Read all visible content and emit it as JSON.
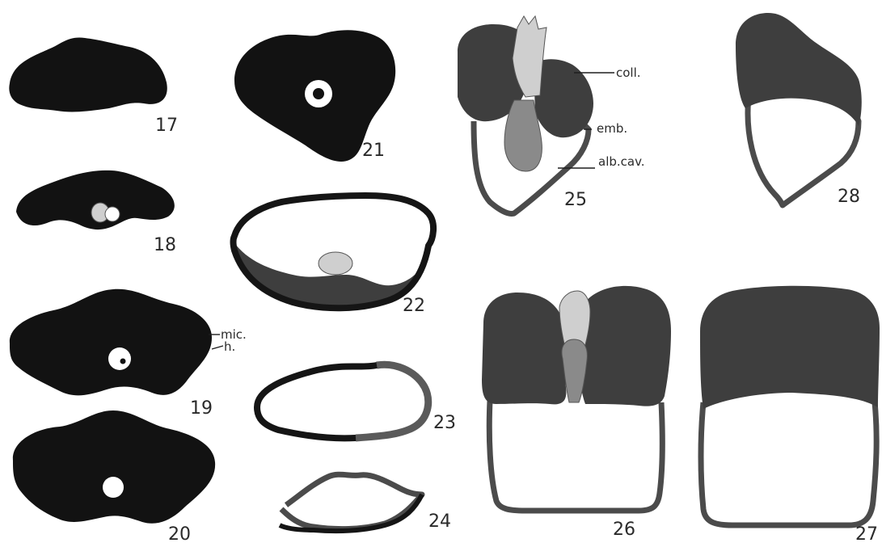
{
  "plate": {
    "figures": [
      {
        "key": "f17",
        "number": "17"
      },
      {
        "key": "f18",
        "number": "18"
      },
      {
        "key": "f19",
        "number": "19"
      },
      {
        "key": "f20",
        "number": "20"
      },
      {
        "key": "f21",
        "number": "21"
      },
      {
        "key": "f22",
        "number": "22"
      },
      {
        "key": "f23",
        "number": "23"
      },
      {
        "key": "f24",
        "number": "24"
      },
      {
        "key": "f25",
        "number": "25"
      },
      {
        "key": "f26",
        "number": "26"
      },
      {
        "key": "f27",
        "number": "27"
      },
      {
        "key": "f28",
        "number": "28"
      }
    ],
    "labels": {
      "mic": "mic.",
      "h": "h.",
      "coll": "coll.",
      "emb": "emb.",
      "albcav": "alb.cav."
    }
  }
}
